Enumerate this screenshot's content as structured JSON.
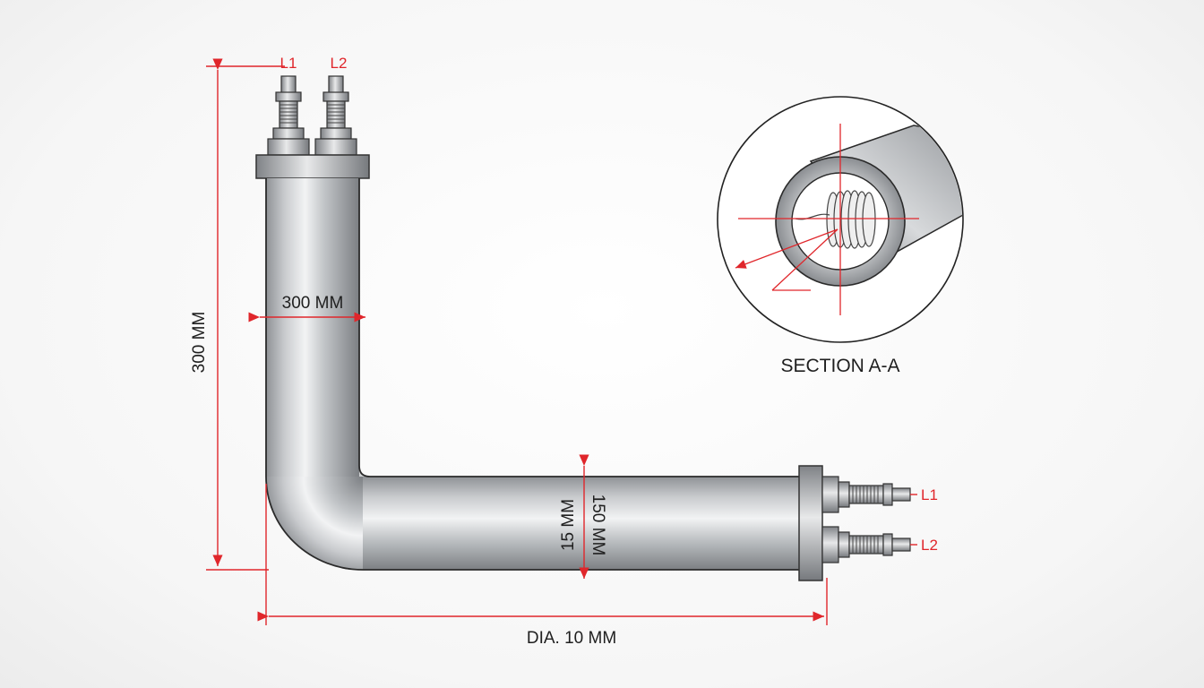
{
  "terminals": {
    "top_left": "L1",
    "top_right": "L2",
    "side_upper": "L1",
    "side_lower": "L2"
  },
  "dimensions": {
    "vertical_height": "300 MM",
    "vertical_tube_width": "300 MM",
    "horizontal_tube_height_a": "15 MM",
    "horizontal_tube_height_b": "150 MM",
    "overall_length": "DIA. 10 MM"
  },
  "section": {
    "title": "SECTION A-A"
  },
  "colors": {
    "dimension_lines": "#e0262b",
    "tube_metal": "#b9bcbf",
    "outline": "#2a2a2a"
  }
}
